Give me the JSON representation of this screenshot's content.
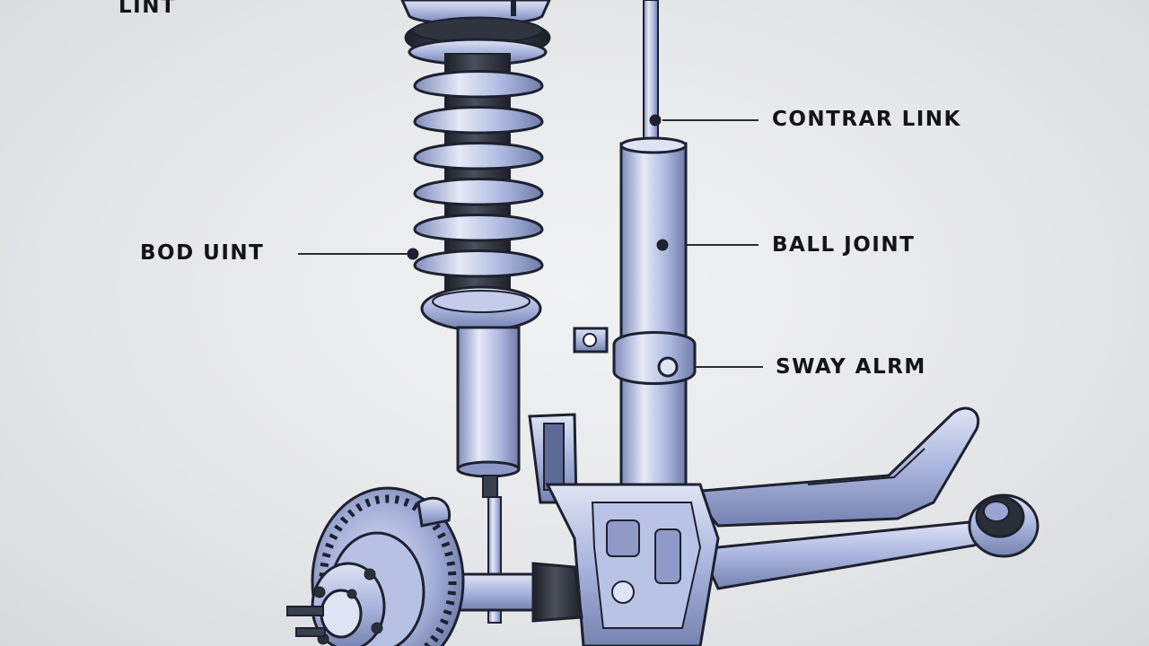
{
  "labels": {
    "top_left": "LINT",
    "control_link": "CONTRAR LINK",
    "ball_joint_right": "BALL JOINT",
    "ball_joint_left": "BOD UINT",
    "sway_arm": "SWAY ALRM"
  },
  "colors": {
    "background": "#e7e8ea",
    "metal_light": "#dfe4f4",
    "metal_mid": "#a9b5dd",
    "metal_dark": "#6f7ca8",
    "outline": "#1d2130",
    "rubber": "#262a33",
    "label_text": "#111418"
  }
}
